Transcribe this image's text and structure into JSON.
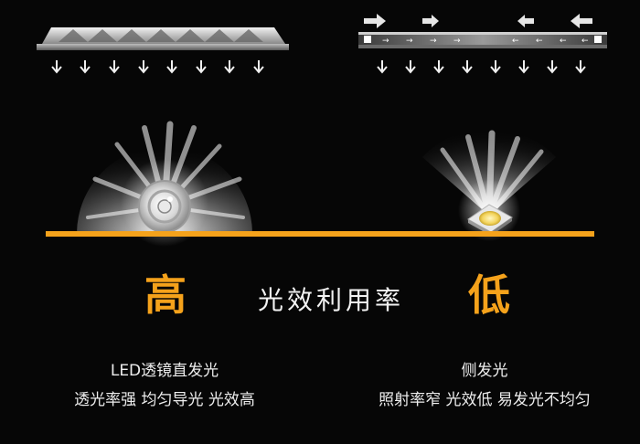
{
  "left": {
    "grade": "高",
    "line1": "LED透镜直发光",
    "line2": "透光率强 均匀导光 光效高"
  },
  "center_label": "光效利用率",
  "right": {
    "grade": "低",
    "line1": "侧发光",
    "line2": "照射率窄 光效低 易发光不均匀"
  },
  "colors": {
    "accent": "#f5a21b",
    "background": "#060606",
    "text": "#ededed"
  }
}
